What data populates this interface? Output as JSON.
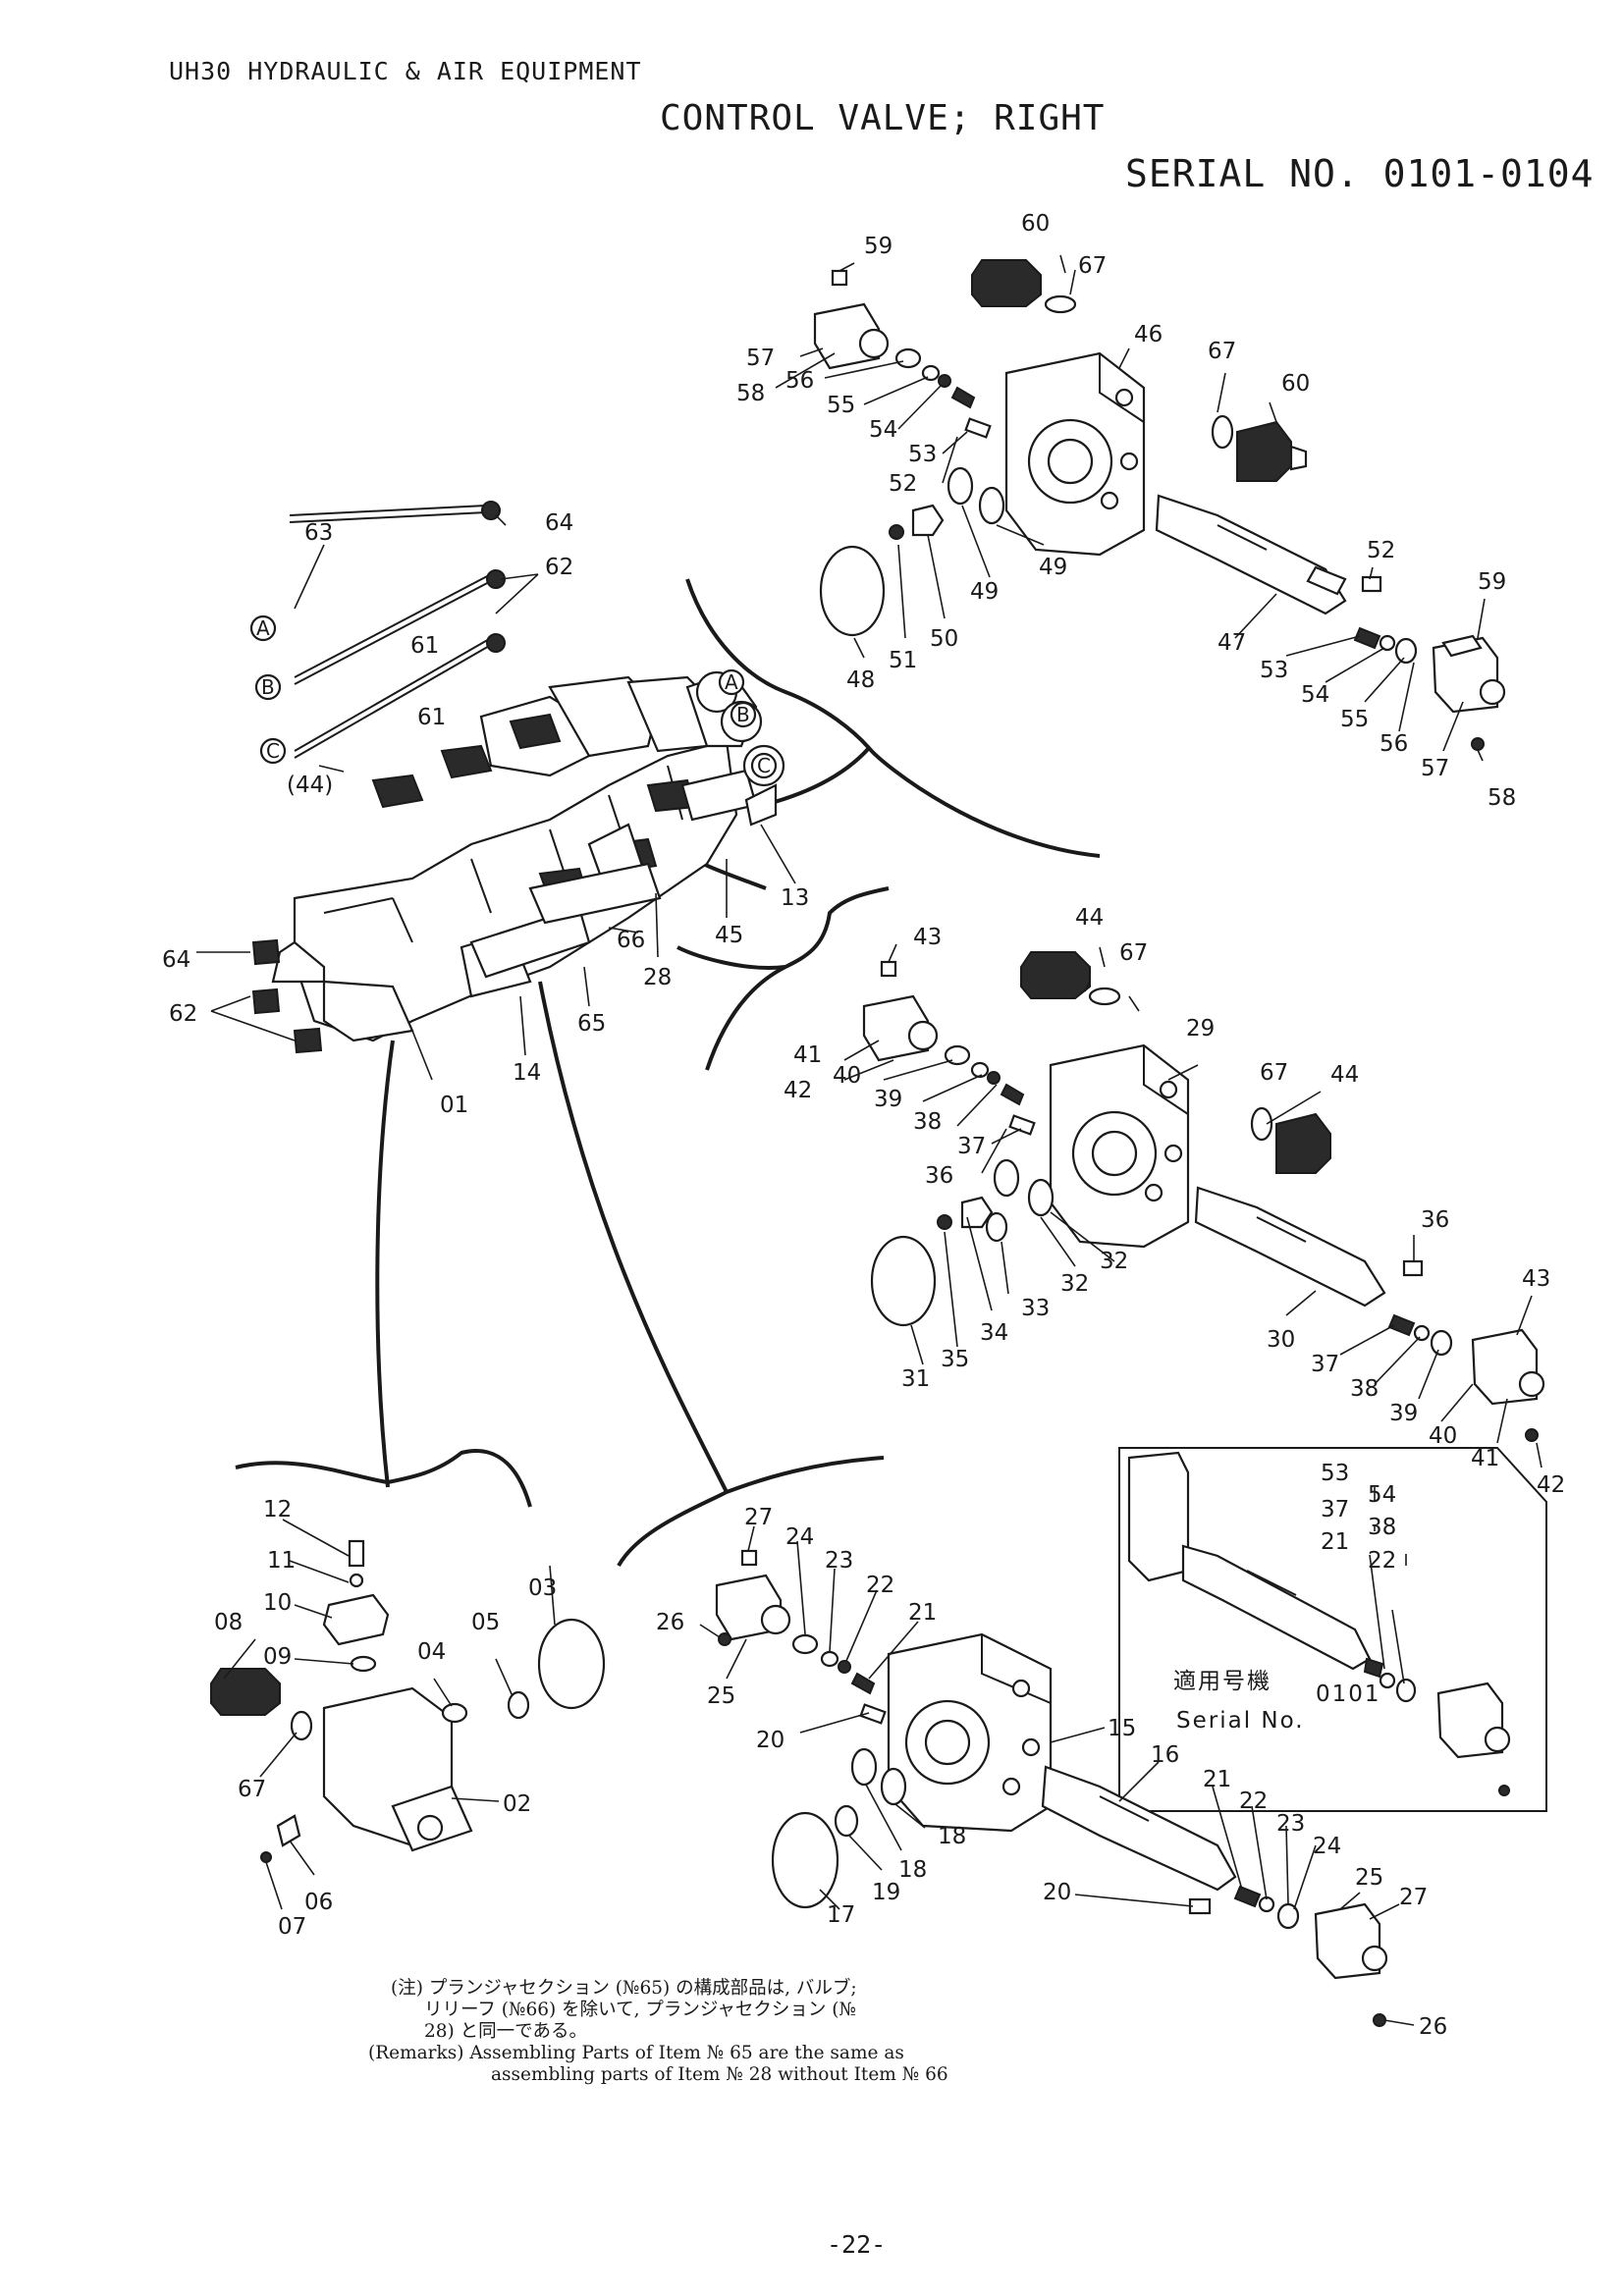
{
  "header": {
    "model": "UH30 HYDRAULIC & AIR EQUIPMENT",
    "title": "CONTROL VALVE; RIGHT",
    "serial": "SERIAL NO. 0101-0104"
  },
  "callouts": {
    "c59a": "59",
    "c60a": "60",
    "c67a": "67",
    "c46": "46",
    "c67b": "67",
    "c60b": "60",
    "c57a": "57",
    "c58a": "58",
    "c56a": "56",
    "c55a": "55",
    "c54a": "54",
    "c53a": "53",
    "c52a": "52",
    "c48": "48",
    "c51": "51",
    "c50": "50",
    "c49a": "49",
    "c49b": "49",
    "c52b": "52",
    "c59b": "59",
    "c47": "47",
    "c53b": "53",
    "c54b": "54",
    "c55b": "55",
    "c56b": "56",
    "c57b": "57",
    "c58b": "58",
    "c63": "63",
    "c64a": "64",
    "c62a": "62",
    "c61a": "61",
    "c61b": "61",
    "c44p": "(44)",
    "c13": "13",
    "c45": "45",
    "c66": "66",
    "c28": "28",
    "c65": "65",
    "c64b": "64",
    "c62b": "62",
    "c14": "14",
    "c01": "01",
    "c43a": "43",
    "c44a": "44",
    "c67c": "67",
    "c29": "29",
    "c67d": "67",
    "c44b": "44",
    "c41a": "41",
    "c42a": "42",
    "c40a": "40",
    "c39a": "39",
    "c38a": "38",
    "c37a": "37",
    "c36a": "36",
    "c31": "31",
    "c35": "35",
    "c34": "34",
    "c33": "33",
    "c32a": "32",
    "c32b": "32",
    "c36b": "36",
    "c43b": "43",
    "c30": "30",
    "c37b": "37",
    "c38b": "38",
    "c39b": "39",
    "c40b": "40",
    "c41b": "41",
    "c42b": "42",
    "c12": "12",
    "c11": "11",
    "c10": "10",
    "c08": "08",
    "c09": "09",
    "c04": "04",
    "c05": "05",
    "c03": "03",
    "c67e": "67",
    "c02": "02",
    "c06": "06",
    "c07": "07",
    "c27a": "27",
    "c24a": "24",
    "c23a": "23",
    "c22a": "22",
    "c21a": "21",
    "c26a": "26",
    "c25a": "25",
    "c20a": "20",
    "c15": "15",
    "c16": "16",
    "c21b": "21",
    "c22b": "22",
    "c23b": "23",
    "c24b": "24",
    "c25b": "25",
    "c27b": "27",
    "c26b": "26",
    "c20b": "20",
    "c17": "17",
    "c19": "19",
    "c18a": "18",
    "c18b": "18",
    "i53": "53",
    "i37": "37",
    "i21": "21",
    "i54": "54",
    "i38": "38",
    "i22": "22"
  },
  "circle_labels": {
    "a": "A",
    "b": "B",
    "c": "C"
  },
  "inset": {
    "applicable_jp": "適用号機",
    "serial_en": "Serial No.",
    "serial_value": "0101"
  },
  "note": {
    "jp_line1": "(注) プランジャセクション (№65) の構成部品は, バルブ;",
    "jp_line2": "リリーフ (№66) を除いて, プランジャセクション (№",
    "jp_line3": "28) と同一である。",
    "en_line1": "(Remarks) Assembling Parts of Item № 65 are the same as",
    "en_line2": "assembling parts of Item № 28 without Item № 66"
  },
  "page_number": "-22-"
}
